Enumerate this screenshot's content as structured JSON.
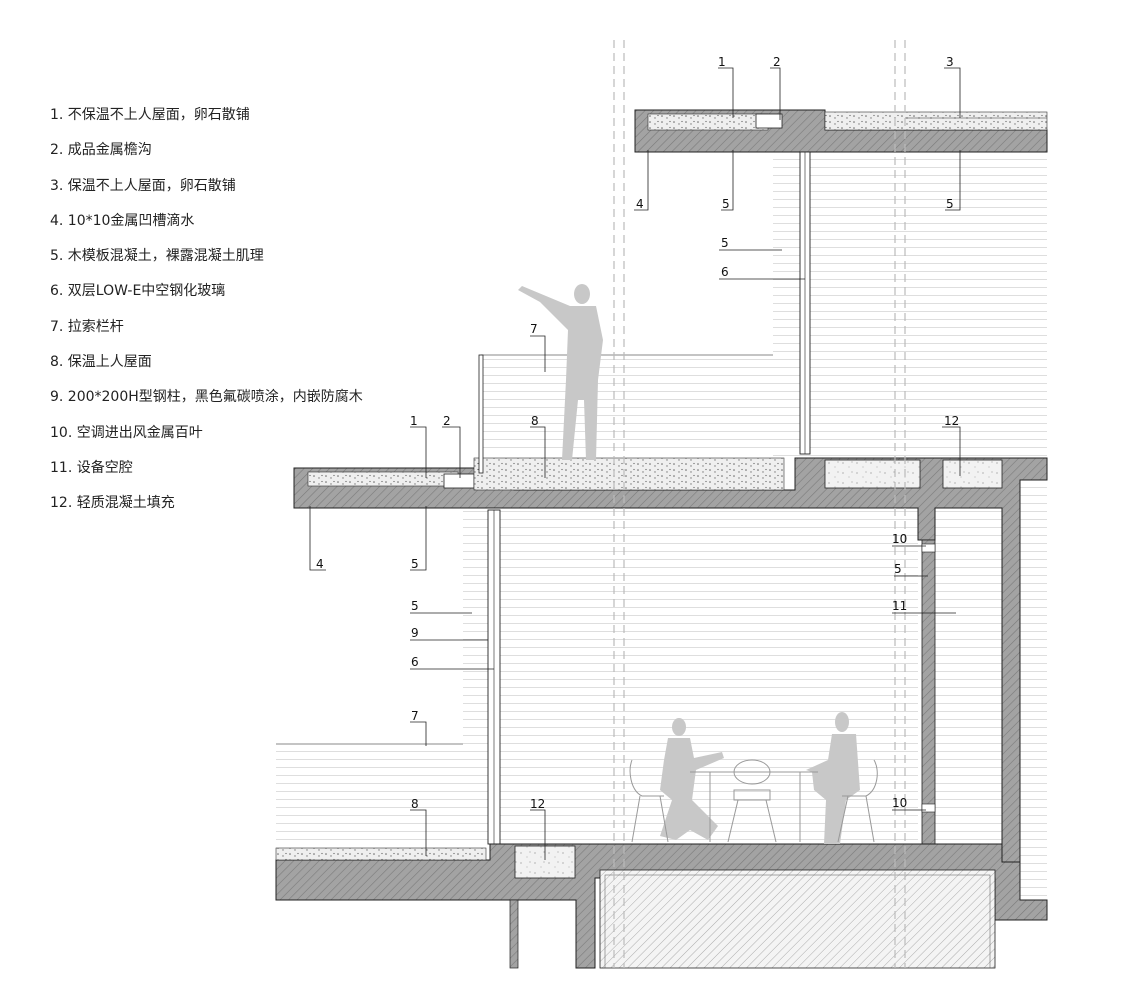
{
  "legend": [
    "1. 不保温不上人屋面，卵石散铺",
    "2. 成品金属檐沟",
    "3. 保温不上人屋面，卵石散铺",
    "4. 10*10金属凹槽滴水",
    "5. 木模板混凝土，裸露混凝土肌理",
    "6. 双层LOW-E中空钢化玻璃",
    "7. 拉索栏杆",
    "8. 保温上人屋面",
    "9. 200*200H型钢柱，黑色氟碳喷涂，内嵌防腐木",
    "10. 空调进出风金属百叶",
    "11. 设备空腔",
    "12. 轻质混凝土填充"
  ],
  "callouts": [
    "1",
    "2",
    "3",
    "4",
    "5",
    "5",
    "5",
    "6",
    "7",
    "1",
    "2",
    "8",
    "12",
    "4",
    "5",
    "5",
    "9",
    "6",
    "7",
    "8",
    "12",
    "10",
    "5",
    "11",
    "10"
  ],
  "colors": {
    "concrete": "#9a9a9a",
    "hatch": "#7a7a7a",
    "line": "#222222",
    "figure": "#c8c8c8"
  }
}
